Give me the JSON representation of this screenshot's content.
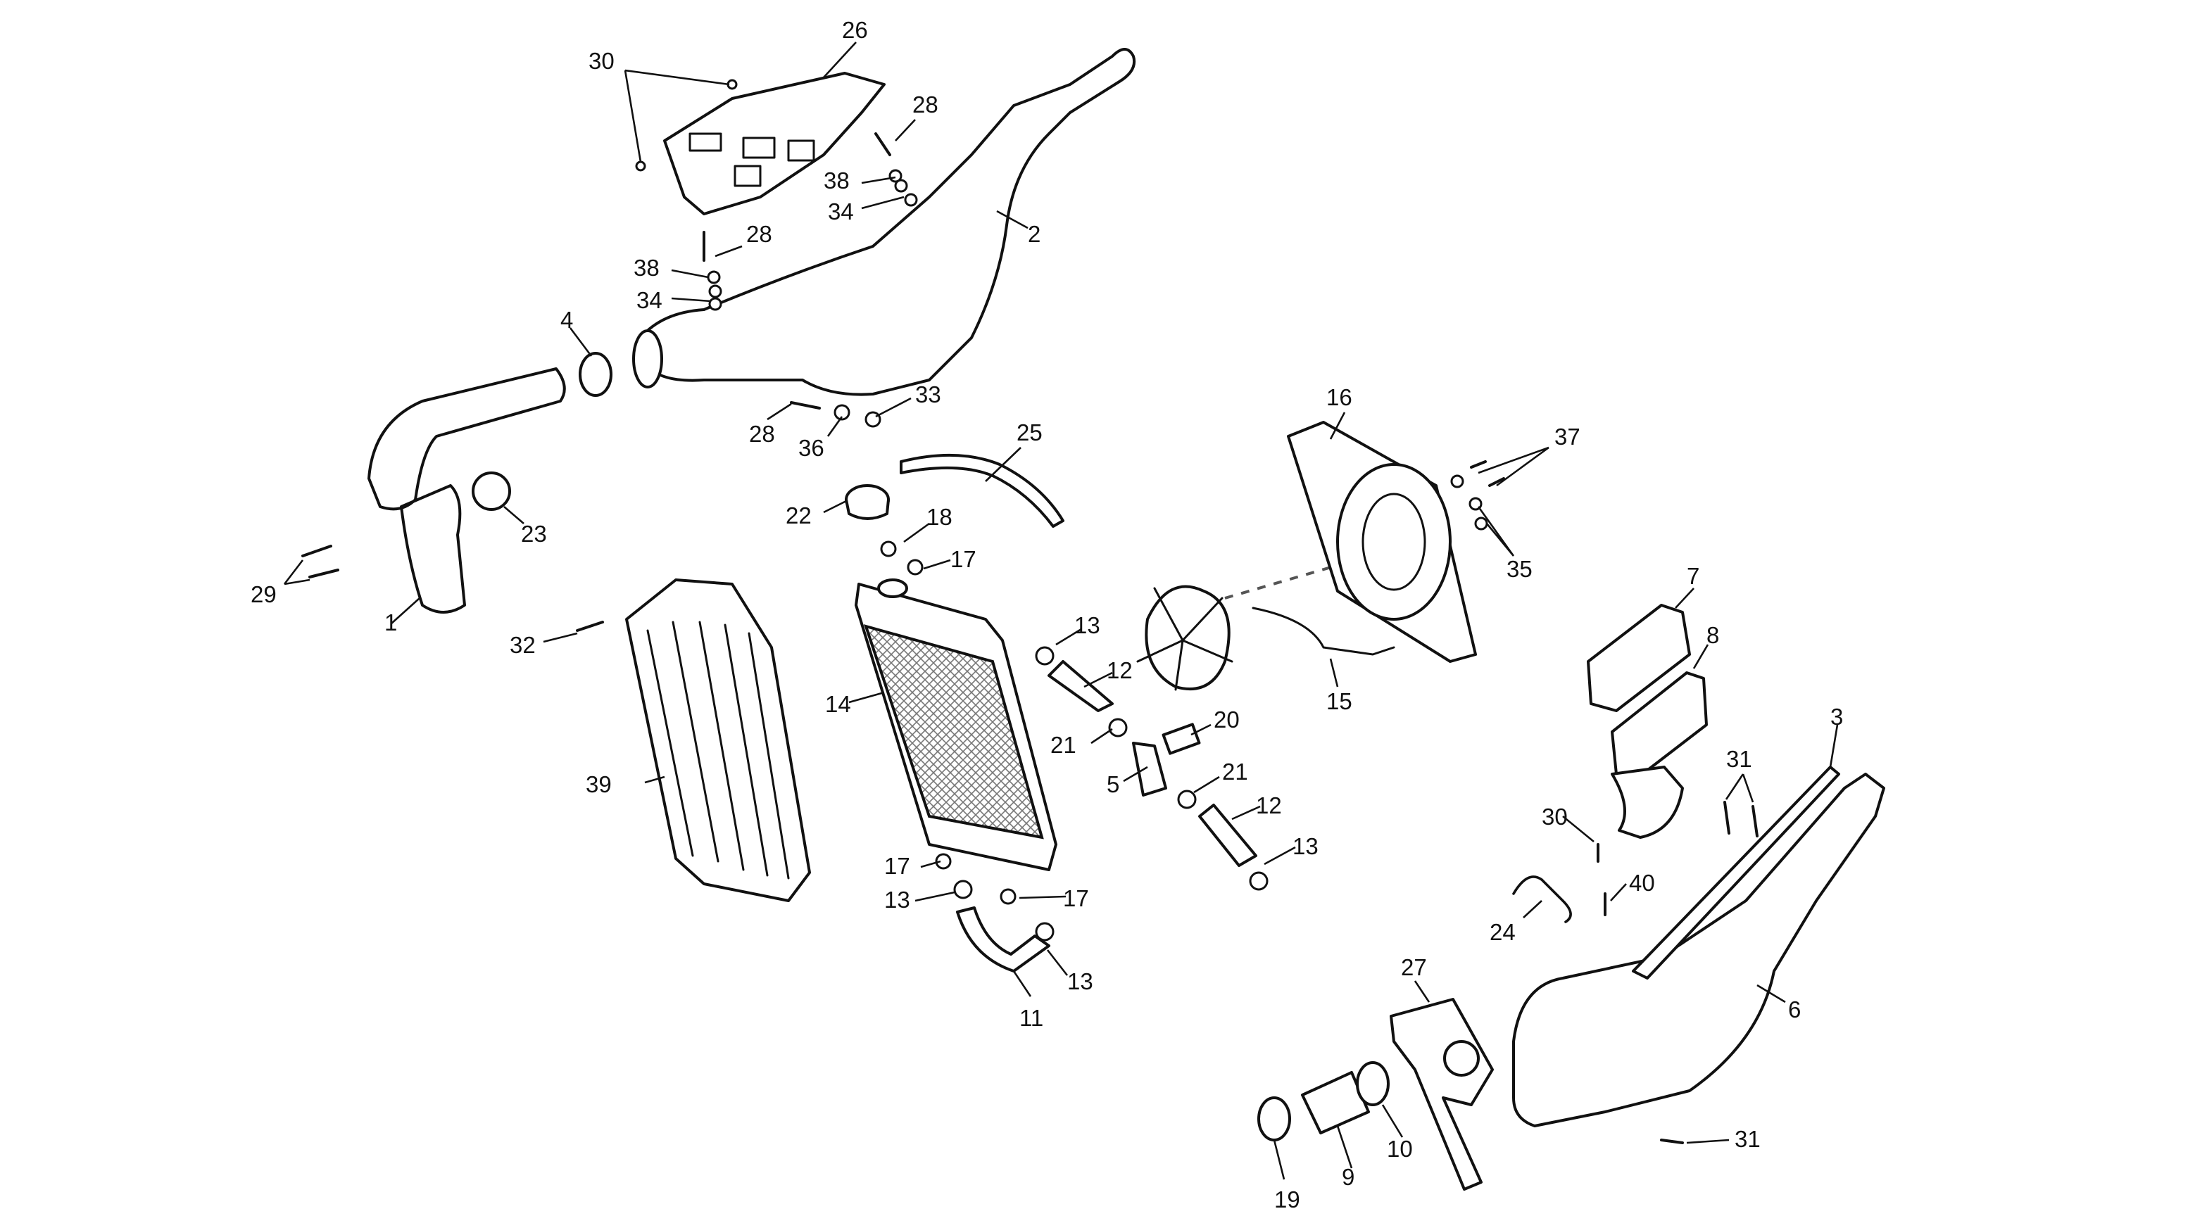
{
  "labels": [
    "1",
    "2",
    "3",
    "4",
    "5",
    "6",
    "7",
    "8",
    "9",
    "10",
    "11",
    "12",
    "13",
    "14",
    "15",
    "16",
    "17",
    "18",
    "19",
    "20",
    "21",
    "22",
    "23",
    "24",
    "25",
    "26",
    "27",
    "28",
    "29",
    "30",
    "31",
    "32",
    "33",
    "34",
    "35",
    "36",
    "37",
    "38",
    "39",
    "40"
  ],
  "colors": {
    "ink": "#111111",
    "paper": "#ffffff"
  }
}
